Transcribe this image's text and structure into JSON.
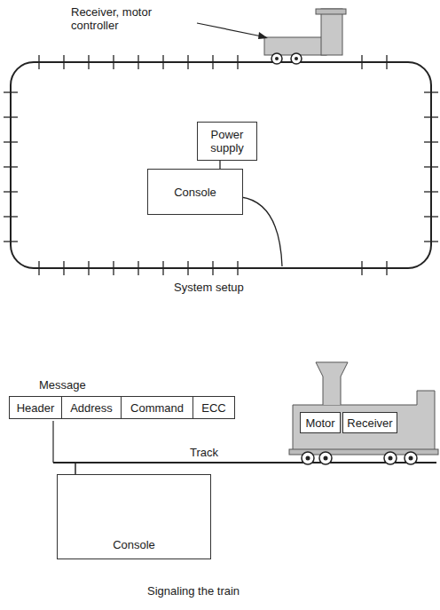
{
  "diagram": {
    "nodes": [
      {
        "text": [
          "Power supply"
        ]
      },
      {
        "text": [
          "Console"
        ]
      },
      {
        "text": [
          "Message"
        ]
      },
      {
        "text": [
          "Header"
        ],
        "in": 2
      },
      {
        "text": [
          "Address"
        ],
        "in": 2
      },
      {
        "text": [
          "Command"
        ],
        "in": 2
      },
      {
        "text": [
          "ECC"
        ],
        "in": 2
      },
      {
        "text": [
          "Motor"
        ]
      },
      {
        "text": [
          "Receiver"
        ]
      },
      {
        "text": [
          "Console"
        ]
      }
    ],
    "edges": [
      {
        "from": 0,
        "to": 1,
        "arrow": "none"
      }
    ],
    "labels": [
      "Receiver, motor controller",
      "System setup",
      "Track",
      "Signaling the train"
    ]
  }
}
